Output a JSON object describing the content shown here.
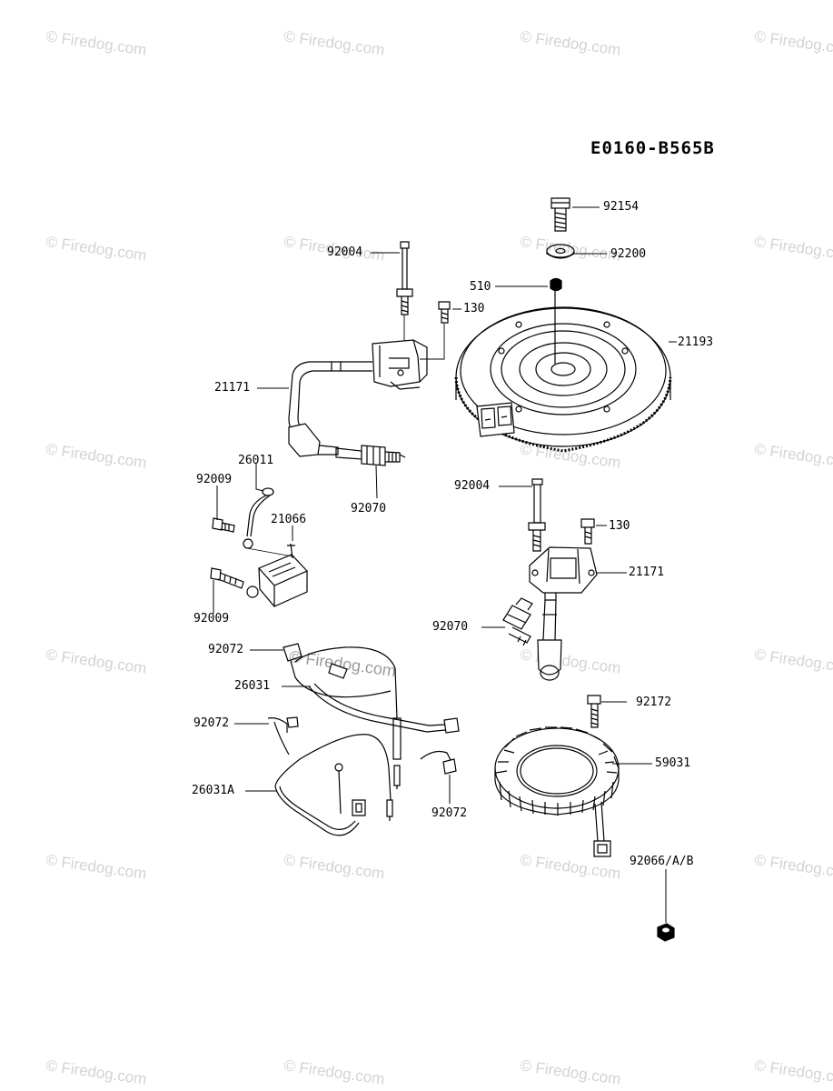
{
  "diagram_code": "E0160-B565B",
  "watermark": "© Firedog.com",
  "watermark_inline": "© Firedog.com",
  "parts": [
    "92154",
    "92200",
    "92004",
    "510",
    "130",
    "21193",
    "21171",
    "26011",
    "92009",
    "21066",
    "92070",
    "92004",
    "130",
    "21171",
    "92009",
    "92070",
    "92072",
    "26031",
    "92072",
    "92172",
    "59031",
    "26031A",
    "92072",
    "92066/A/B"
  ]
}
